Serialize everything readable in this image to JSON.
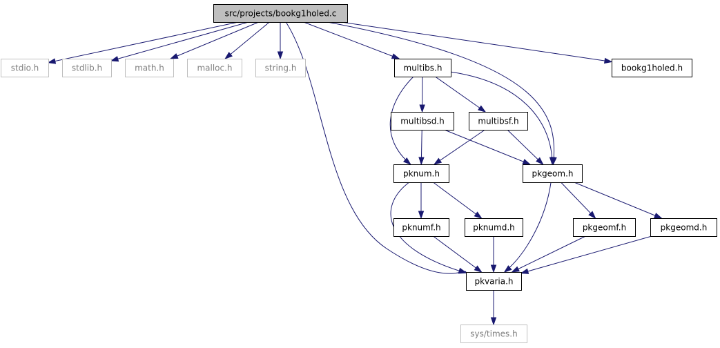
{
  "colors": {
    "edge": "#191970",
    "node_border": "#000000",
    "external_border": "#bfbfbf",
    "external_text": "#7f7f7f",
    "root_fill": "#bfbfbf",
    "node_fill": "#ffffff",
    "text": "#000000"
  },
  "nodes": {
    "root": "src/projects/bookg1holed.c",
    "stdio": "stdio.h",
    "stdlib": "stdlib.h",
    "math": "math.h",
    "malloc": "malloc.h",
    "string": "string.h",
    "multibs": "multibs.h",
    "bookg1holed_h": "bookg1holed.h",
    "multibsd": "multibsd.h",
    "multibsf": "multibsf.h",
    "pknum": "pknum.h",
    "pkgeom": "pkgeom.h",
    "pknumf": "pknumf.h",
    "pknumd": "pknumd.h",
    "pkgeomf": "pkgeomf.h",
    "pkgeomd": "pkgeomd.h",
    "pkvaria": "pkvaria.h",
    "systimes": "sys/times.h"
  },
  "edges": [
    [
      "root",
      "stdio"
    ],
    [
      "root",
      "stdlib"
    ],
    [
      "root",
      "math"
    ],
    [
      "root",
      "malloc"
    ],
    [
      "root",
      "string"
    ],
    [
      "root",
      "multibs"
    ],
    [
      "root",
      "pkgeom"
    ],
    [
      "root",
      "pkvaria"
    ],
    [
      "root",
      "bookg1holed_h"
    ],
    [
      "multibs",
      "multibsd"
    ],
    [
      "multibs",
      "multibsf"
    ],
    [
      "multibs",
      "pknum"
    ],
    [
      "multibs",
      "pkgeom"
    ],
    [
      "multibsd",
      "pknum"
    ],
    [
      "multibsd",
      "pkgeom"
    ],
    [
      "multibsf",
      "pknum"
    ],
    [
      "multibsf",
      "pkgeom"
    ],
    [
      "pknum",
      "pknumf"
    ],
    [
      "pknum",
      "pknumd"
    ],
    [
      "pknum",
      "pkvaria"
    ],
    [
      "pkgeom",
      "pkgeomf"
    ],
    [
      "pkgeom",
      "pkgeomd"
    ],
    [
      "pkgeom",
      "pkvaria"
    ],
    [
      "pknumf",
      "pkvaria"
    ],
    [
      "pknumd",
      "pkvaria"
    ],
    [
      "pkgeomf",
      "pkvaria"
    ],
    [
      "pkgeomd",
      "pkvaria"
    ],
    [
      "pkvaria",
      "systimes"
    ]
  ]
}
